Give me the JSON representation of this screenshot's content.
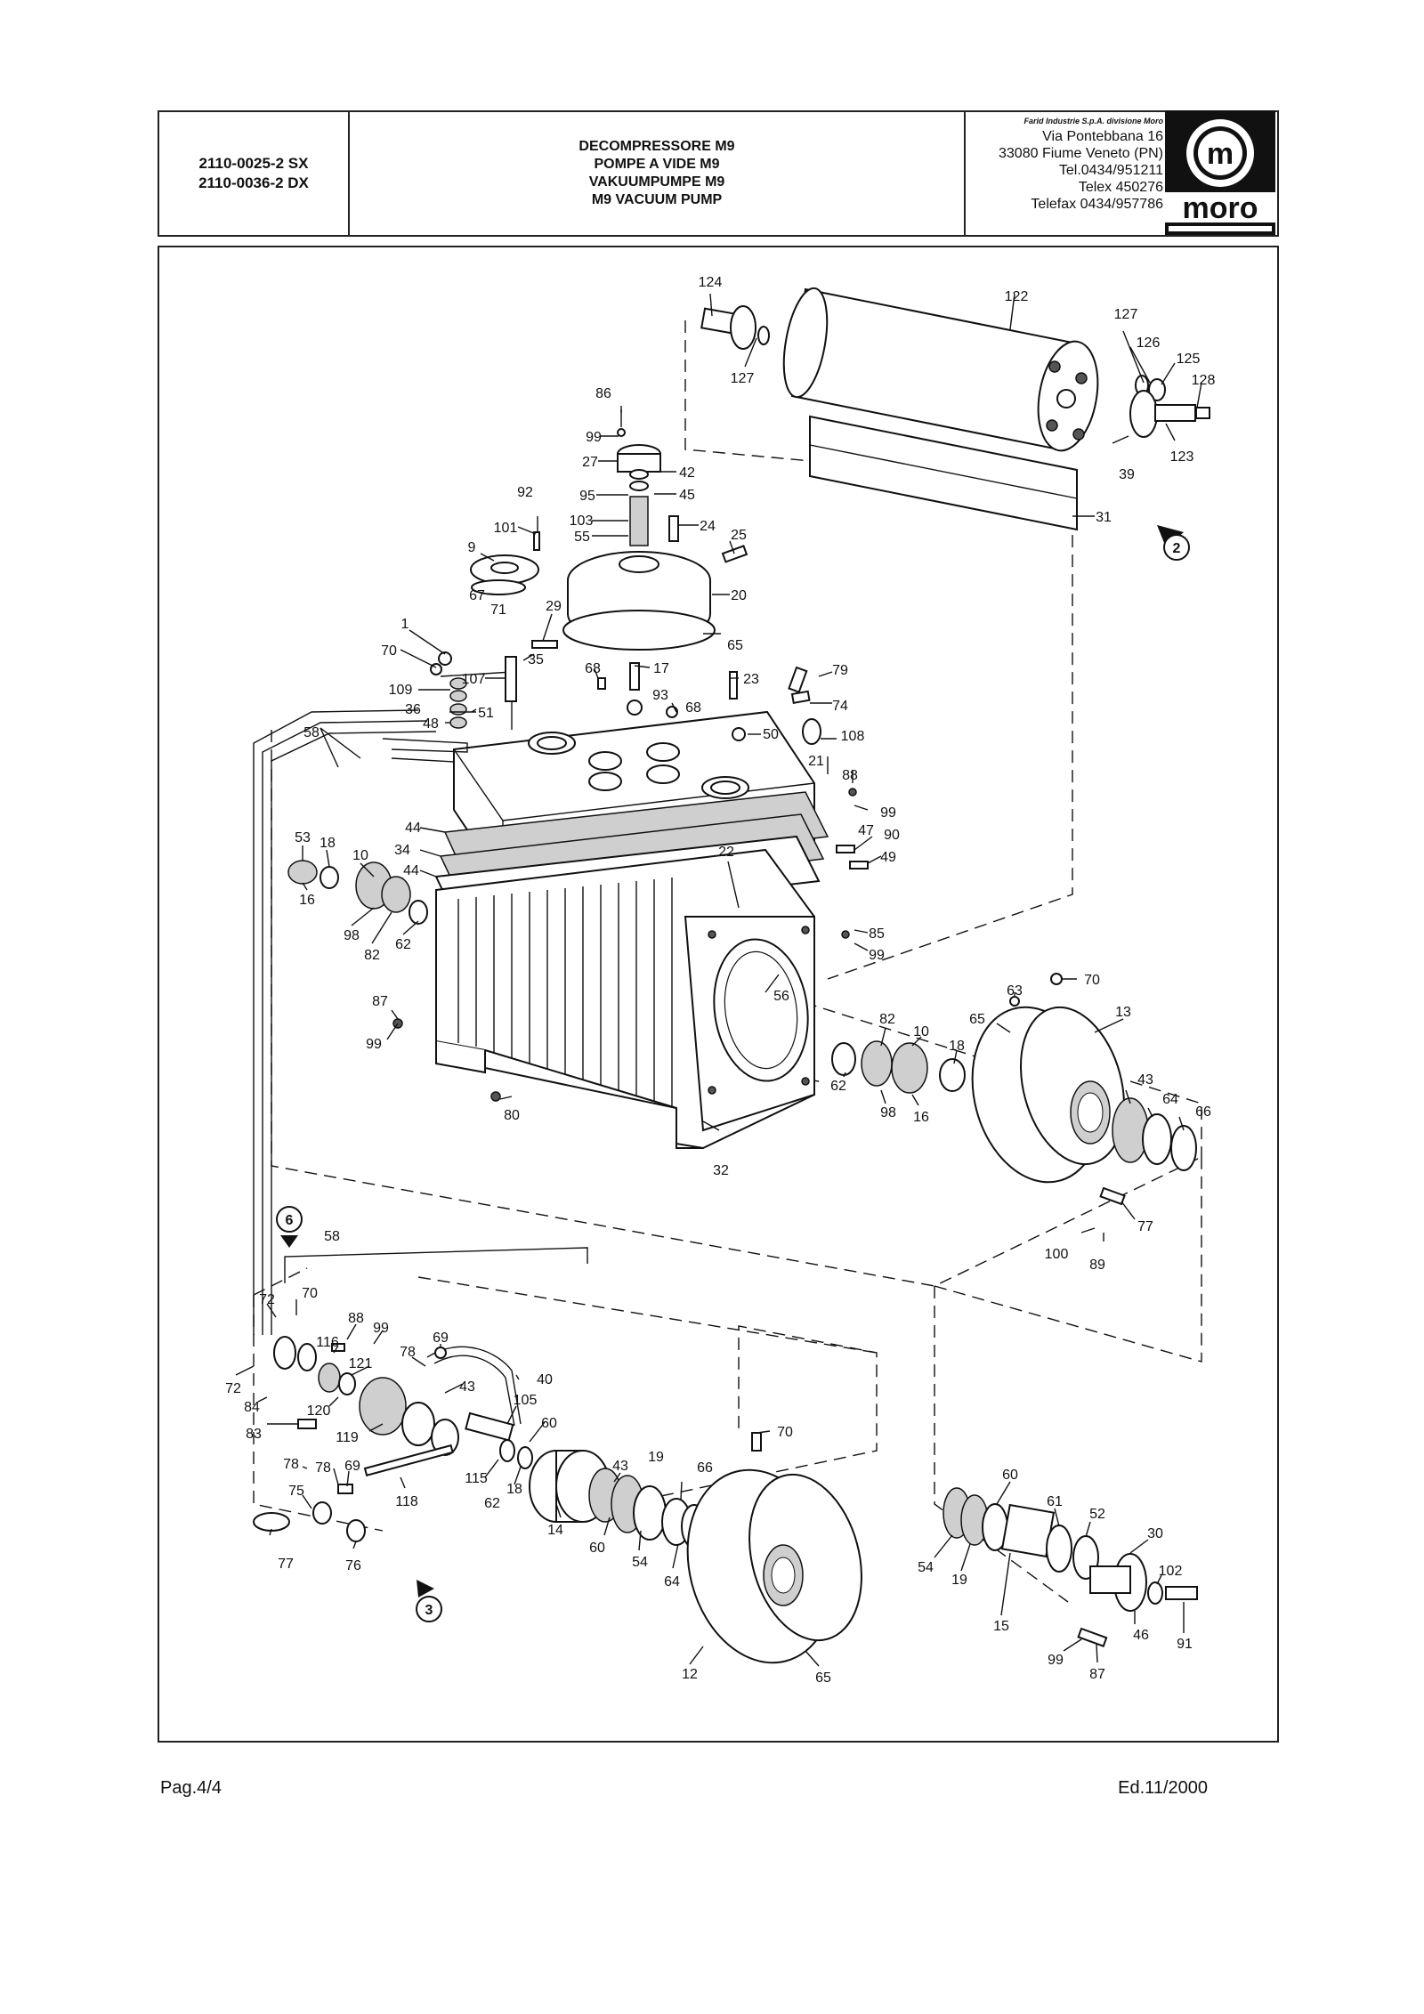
{
  "header": {
    "codes": [
      "2110-0025-2 SX",
      "2110-0036-2 DX"
    ],
    "titles": [
      "DECOMPRESSORE M9",
      "POMPE A VIDE M9",
      "VAKUUMPUMPE M9",
      "M9 VACUUM PUMP"
    ],
    "company": {
      "firm": "Farid Industrie S.p.A. divisione Moro",
      "address_lines": [
        "Via Pontebbana 16",
        "33080 Fiume Veneto (PN)",
        "Tel.0434/951211",
        "Telex 450276",
        "Telefax 0434/957786"
      ],
      "logo_letter": "m",
      "logo_word": "moro"
    }
  },
  "diagram": {
    "part_labels": {
      "p124": "124",
      "p122": "122",
      "p127a": "127",
      "p127b": "127",
      "p126": "126",
      "p125": "125",
      "p128": "128",
      "p123": "123",
      "p39": "39",
      "p31": "31",
      "p86": "86",
      "p99a": "99",
      "p27": "27",
      "p42": "42",
      "p95": "95",
      "p45": "45",
      "p103": "103",
      "p24": "24",
      "p55": "55",
      "p25": "25",
      "p92": "92",
      "p101": "101",
      "p9": "9",
      "p67": "67",
      "p71": "71",
      "p29": "29",
      "p20": "20",
      "p65a": "65",
      "p1": "1",
      "p70a": "70",
      "p35": "35",
      "p68a": "68",
      "p17": "17",
      "p23": "23",
      "p79": "79",
      "p107": "107",
      "p109": "109",
      "p93": "93",
      "p36": "36",
      "p51": "51",
      "p68b": "68",
      "p74": "74",
      "p48": "48",
      "p50": "50",
      "p108": "108",
      "p58a": "58",
      "p21": "21",
      "p88a": "88",
      "p99b": "99",
      "p47": "47",
      "p90": "90",
      "p49": "49",
      "p44a": "44",
      "p34": "34",
      "p44b": "44",
      "p53": "53",
      "p18a": "18",
      "p10a": "10",
      "p16a": "16",
      "p98a": "98",
      "p82a": "82",
      "p62a": "62",
      "p22": "22",
      "p85": "85",
      "p99c": "99",
      "p87a": "87",
      "p99d": "99",
      "p56": "56",
      "p63": "63",
      "p70b": "70",
      "p82b": "82",
      "p10b": "10",
      "p65b": "65",
      "p13": "13",
      "p18b": "18",
      "p62b": "62",
      "p98b": "98",
      "p16b": "16",
      "p80": "80",
      "p43a": "43",
      "p64a": "64",
      "p66a": "66",
      "p32": "32",
      "p77a": "77",
      "p100": "100",
      "p89": "89",
      "p58b": "58",
      "p72a": "72",
      "p70c": "70",
      "p88b": "88",
      "p99e": "99",
      "p116": "116",
      "p121": "121",
      "p78a": "78",
      "p69a": "69",
      "p72b": "72",
      "p84": "84",
      "p120": "120",
      "p83": "83",
      "p43b": "43",
      "p40": "40",
      "p105": "105",
      "p119": "119",
      "p60a": "60",
      "p70d": "70",
      "p78b": "78",
      "p78c": "78",
      "p69b": "69",
      "p43c": "43",
      "p19a": "19",
      "p115": "115",
      "p18c": "18",
      "p66b": "66",
      "p75": "75",
      "p118": "118",
      "p62c": "62",
      "p77b": "77",
      "p76": "76",
      "p14": "14",
      "p60b": "60",
      "p54a": "54",
      "p64b": "64",
      "p60c": "60",
      "p61": "61",
      "p52": "52",
      "p30": "30",
      "p54b": "54",
      "p19b": "19",
      "p102": "102",
      "p15": "15",
      "p46": "46",
      "p91": "91",
      "p99f": "99",
      "p87b": "87",
      "p12": "12",
      "p65c": "65"
    },
    "view_markers": {
      "m2": "2",
      "m3": "3",
      "m6": "6"
    }
  },
  "footer": {
    "page": "Pag.4/4",
    "edition": "Ed.11/2000"
  }
}
